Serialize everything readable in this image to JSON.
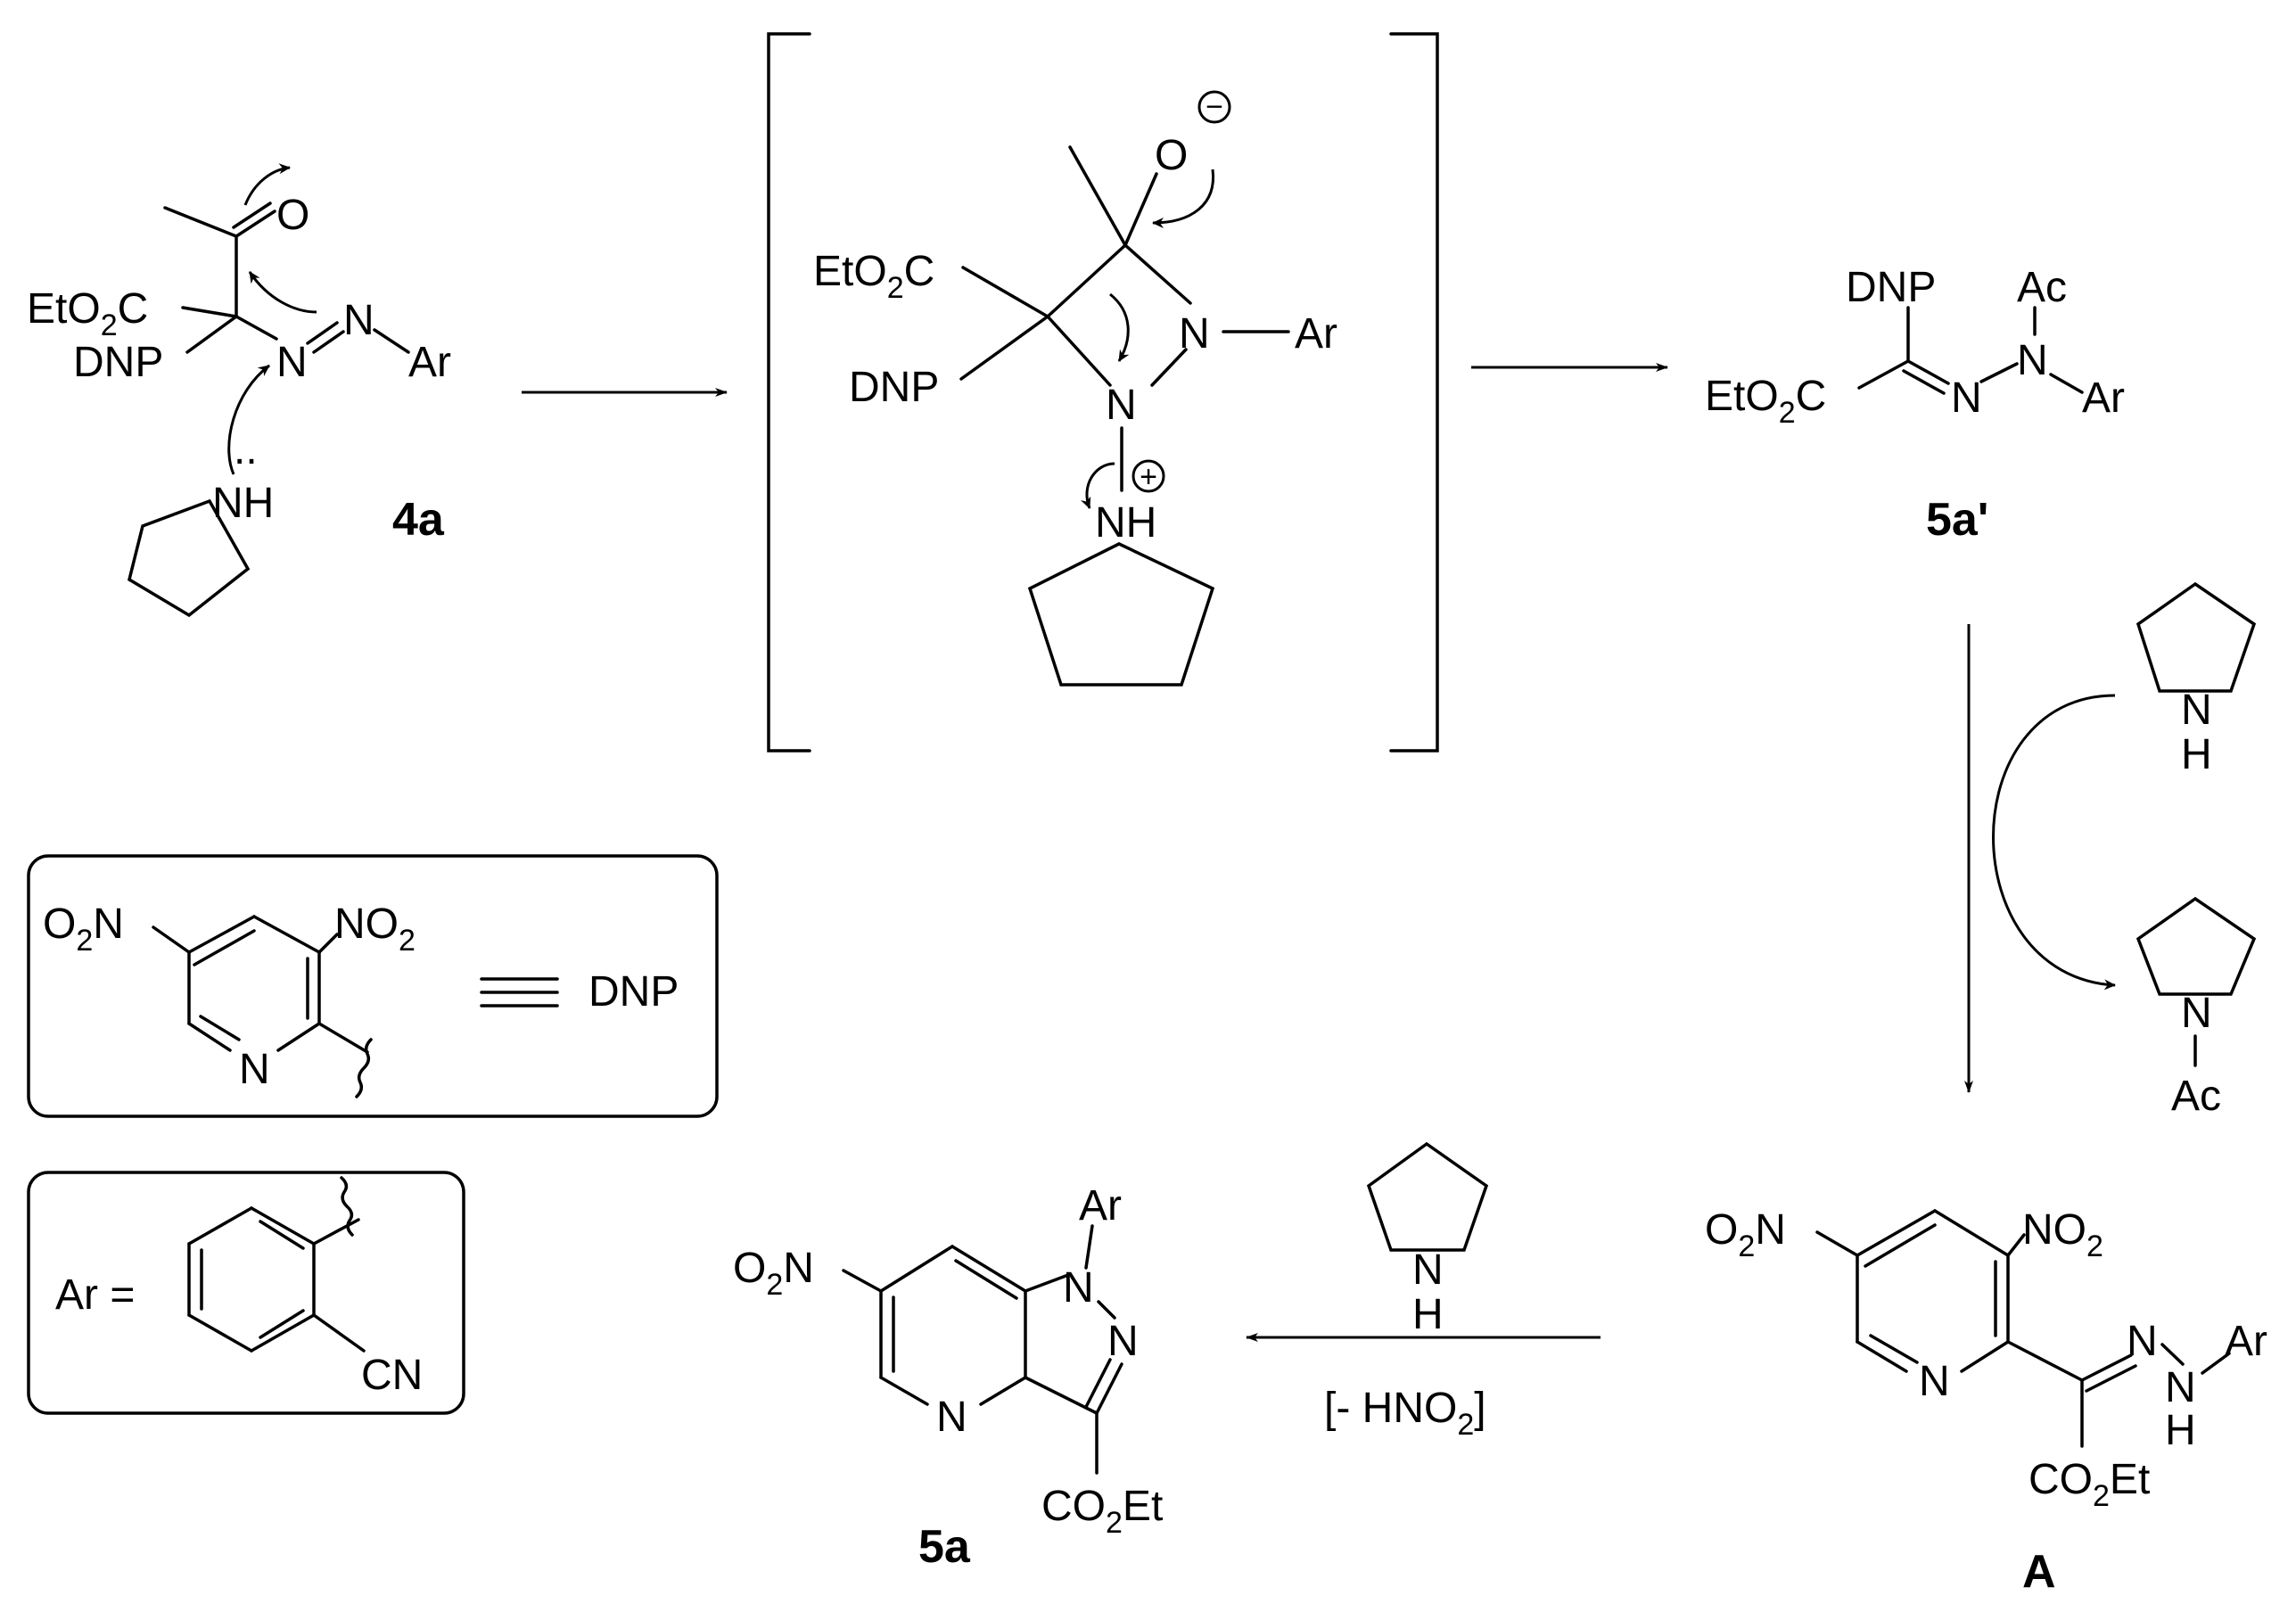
{
  "compounds": {
    "c4a": {
      "id": "4a",
      "ester": "EtO",
      "ester_sub": "2",
      "ester_c": "C",
      "dnp": "DNP",
      "n1": "N",
      "n2": "N",
      "ar": "Ar",
      "o": "O",
      "nh": "NH",
      "lone_pair": ".."
    },
    "intermediate": {
      "ester": "EtO",
      "ester_sub": "2",
      "ester_c": "C",
      "dnp": "DNP",
      "o": "O",
      "o_charge": "−",
      "n_ring1": "N",
      "n_ring2": "N",
      "ar": "Ar",
      "nh": "NH",
      "nh_charge": "+"
    },
    "c5a_prime": {
      "id": "5a'",
      "dnp": "DNP",
      "ac": "Ac",
      "ester": "EtO",
      "ester_sub": "2",
      "ester_c": "C",
      "n1": "N",
      "n2": "N",
      "ar": "Ar"
    },
    "pyrrolidine_top": {
      "n": "N",
      "h": "H"
    },
    "pyrrolidine_acetyl": {
      "n": "N",
      "ac": "Ac"
    },
    "pyrrolidine_mid": {
      "n": "N",
      "h": "H"
    },
    "intermediate_A": {
      "id": "A",
      "o2n": "O",
      "o2n_sub": "2",
      "o2n_n": "N",
      "no2": "NO",
      "no2_sub": "2",
      "ring_n": "N",
      "n1": "N",
      "n2": "N",
      "h": "H",
      "ar": "Ar",
      "co2et": "CO",
      "co2et_sub": "2",
      "co2et_et": "Et"
    },
    "c5a": {
      "id": "5a",
      "ar": "Ar",
      "o2n": "O",
      "o2n_sub": "2",
      "o2n_n": "N",
      "n1": "N",
      "n2": "N",
      "ring_n": "N",
      "co2et": "CO",
      "co2et_sub": "2",
      "co2et_et": "Et"
    }
  },
  "reagent": {
    "byproduct_prefix": "[- HNO",
    "byproduct_sub": "2",
    "byproduct_suffix": "]"
  },
  "legend_dnp": {
    "o2n": "O",
    "o2n_sub": "2",
    "o2n_n": "N",
    "no2": "NO",
    "no2_sub": "2",
    "ring_n": "N",
    "label": "DNP"
  },
  "legend_ar": {
    "prefix": "Ar =",
    "cn": "CN"
  }
}
